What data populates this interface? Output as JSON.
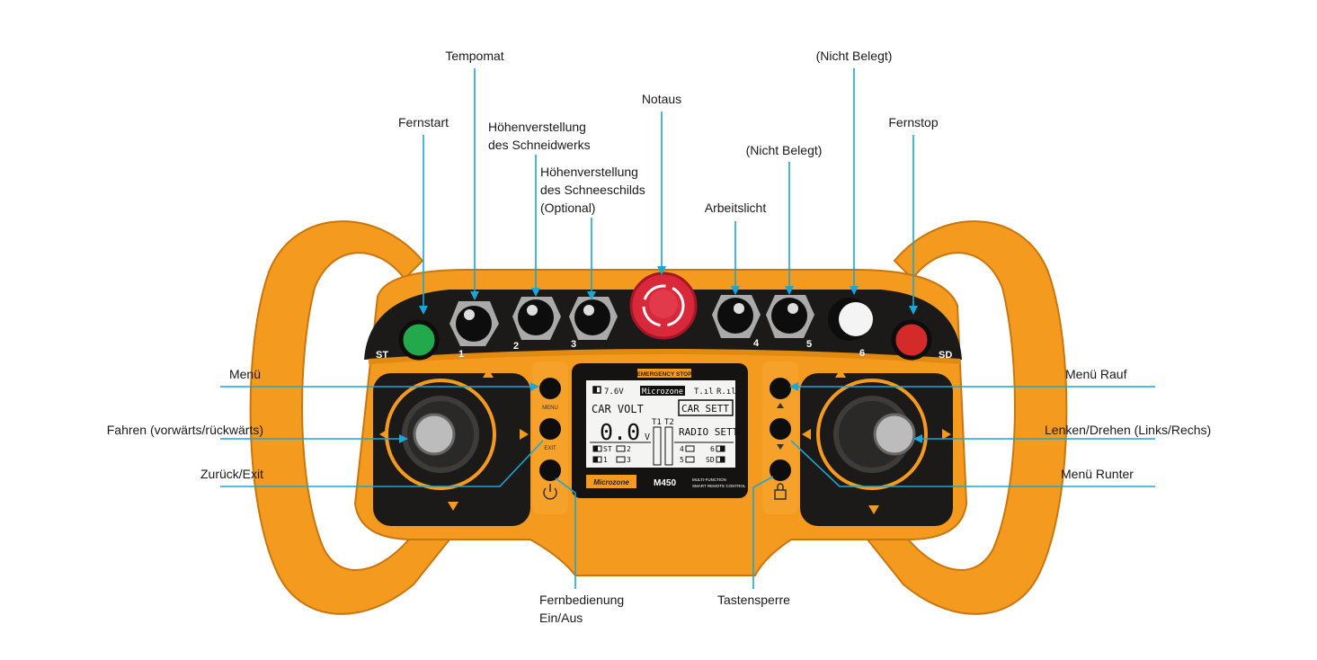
{
  "colors": {
    "accent_line": "#1aa7d6",
    "body_orange": "#f39a1f",
    "panel_dark": "#1c1a18",
    "start_green": "#22a94b",
    "stop_red": "#d42a2a",
    "estop_red": "#d8283a"
  },
  "labels": {
    "tempomat": "Tempomat",
    "fernstart": "Fernstart",
    "schneidwerk_1": "Höhenverstellung",
    "schneidwerk_2": "des Schneidwerks",
    "schneeschild_1": "Höhenverstellung",
    "schneeschild_2": "des Schneeschilds",
    "schneeschild_3": "(Optional)",
    "notaus": "Notaus",
    "arbeitslicht": "Arbeitslicht",
    "nicht_belegt_5": "(Nicht Belegt)",
    "nicht_belegt_6": "(Nicht Belegt)",
    "fernstop": "Fernstop",
    "menu": "Menü",
    "fahren": "Fahren (vorwärts/rückwärts)",
    "zurueck": "Zurück/Exit",
    "menu_rauf": "Menü Rauf",
    "lenken": "Lenken/Drehen (Links/Rechs)",
    "menu_runter": "Menü Runter",
    "fernbedienung_1": "Fernbedienung",
    "fernbedienung_2": "Ein/Aus",
    "tastensperre": "Tastensperre"
  },
  "device": {
    "buttons": {
      "st": "ST",
      "b1": "1",
      "b2": "2",
      "b3": "3",
      "b4": "4",
      "b5": "5",
      "b6": "6",
      "sd": "SD"
    },
    "emergency_stop": "EMERGENCY STOP",
    "menu_btn": "MENU",
    "exit_btn": "EXIT",
    "brand": "Microzone",
    "model": "M450",
    "tagline_1": "MULTI-FUNCTION",
    "tagline_2": "SMART REMOTE CONTROL",
    "lcd": {
      "battery": "7.6V",
      "brand": "Microzone",
      "signal_t": "T.ıl",
      "signal_r": "R.ıl",
      "car_volt": "CAR VOLT",
      "voltage": "0.0",
      "unit": "V",
      "t1": "T1",
      "t2": "T2",
      "car_sett": "CAR SETT",
      "radio_sett": "RADIO SETT",
      "st": "ST",
      "c1": "1",
      "c2": "2",
      "c3": "3",
      "c4": "4",
      "c5": "5",
      "c6": "6",
      "sd": "SD"
    }
  }
}
